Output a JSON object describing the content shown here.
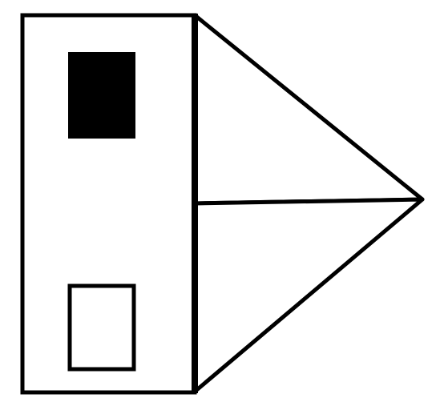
{
  "figure": {
    "background": "#ffffff",
    "stroke_color": "#000000",
    "shapes": [
      {
        "id": "rectangle-body",
        "kind": "rectangle"
      },
      {
        "id": "filled-square",
        "kind": "rectangle",
        "fill": "#000000"
      },
      {
        "id": "hollow-square",
        "kind": "rectangle",
        "fill": "#ffffff"
      },
      {
        "id": "triangle-upper",
        "kind": "triangle"
      },
      {
        "id": "triangle-lower",
        "kind": "triangle"
      }
    ]
  }
}
